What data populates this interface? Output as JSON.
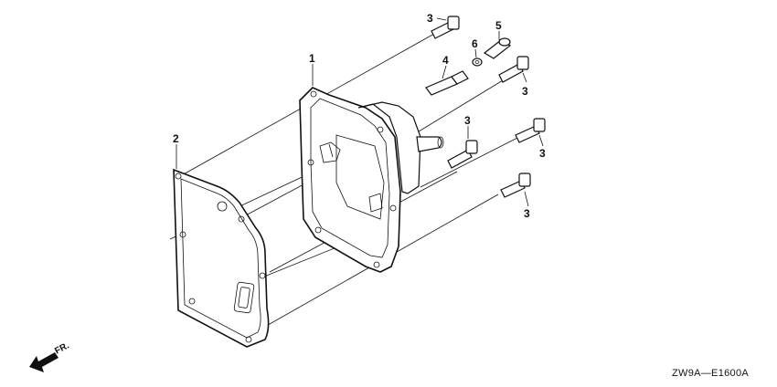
{
  "callouts": {
    "cover": "1",
    "gasket": "2",
    "bolt": "3",
    "joint": "4",
    "cap": "5",
    "washer": "6"
  },
  "direction_label": "FR.",
  "diagram_code": "ZW9A—E1600A"
}
